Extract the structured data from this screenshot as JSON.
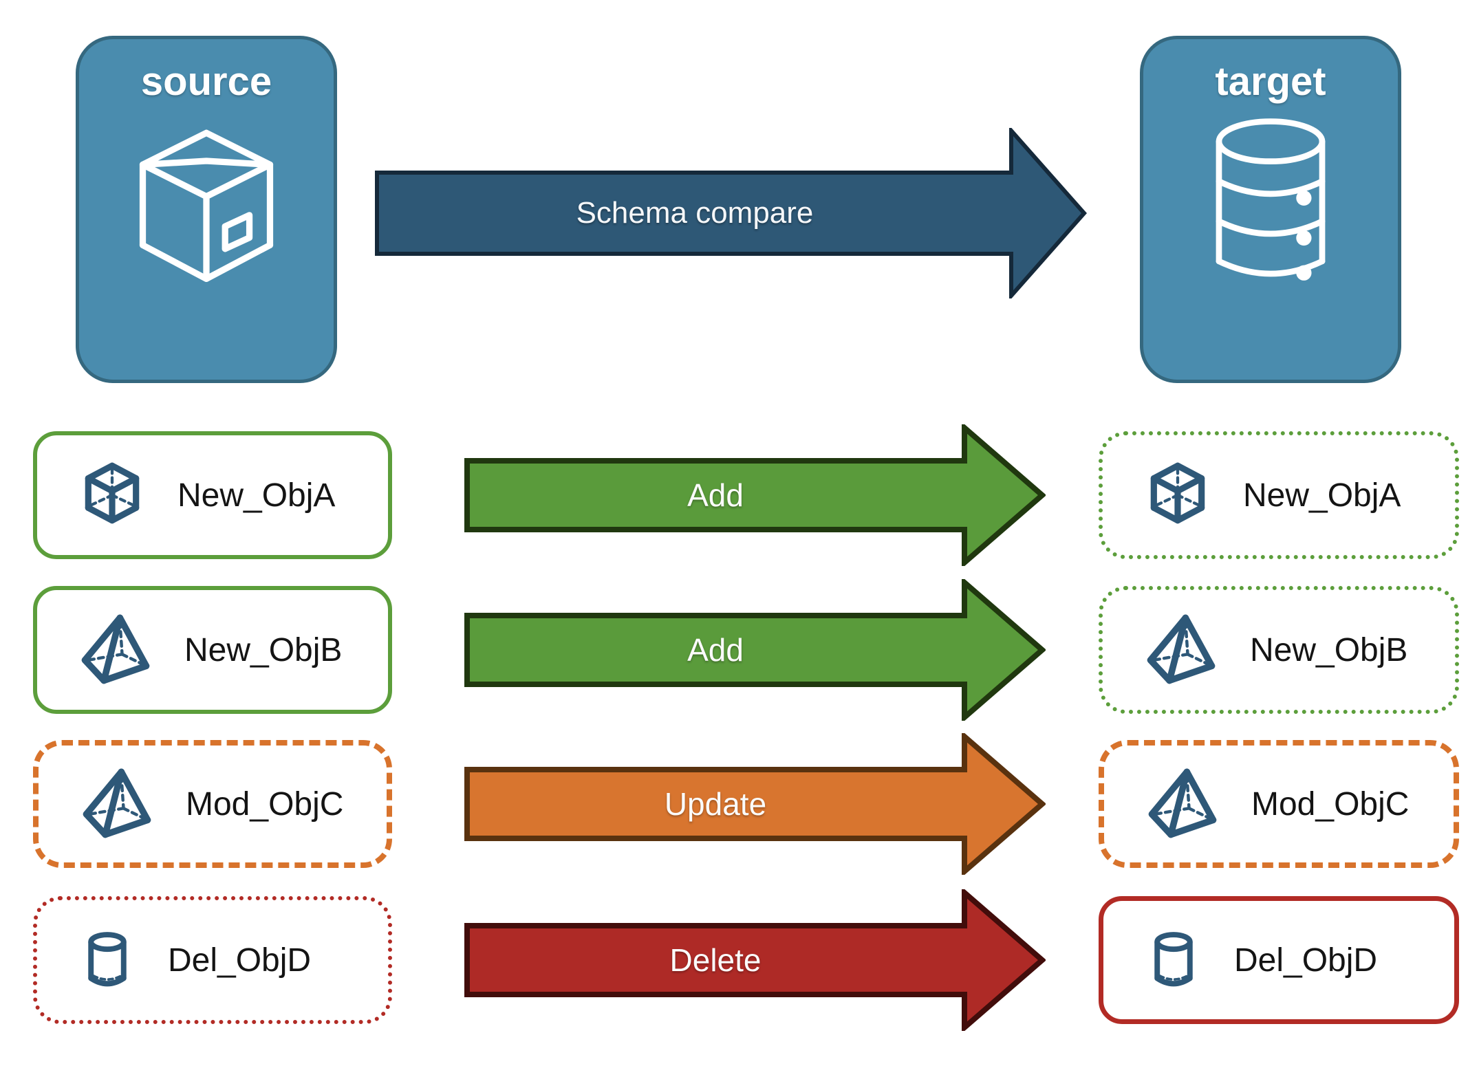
{
  "diagram": {
    "source_panel": {
      "title": "source",
      "icon": "package-icon"
    },
    "target_panel": {
      "title": "target",
      "icon": "database-icon"
    },
    "compare_arrow": {
      "label": "Schema compare"
    }
  },
  "rows": [
    {
      "object_name": "New_ObjA",
      "action": "Add",
      "icon": "cube-icon",
      "source_box_style": "solid-green",
      "target_box_style": "dotted-green",
      "arrow_style": "green"
    },
    {
      "object_name": "New_ObjB",
      "action": "Add",
      "icon": "pyramid-icon",
      "source_box_style": "solid-green",
      "target_box_style": "dotted-green",
      "arrow_style": "green"
    },
    {
      "object_name": "Mod_ObjC",
      "action": "Update",
      "icon": "pyramid-icon",
      "source_box_style": "dashed-orange",
      "target_box_style": "dashed-orange",
      "arrow_style": "orange"
    },
    {
      "object_name": "Del_ObjD",
      "action": "Delete",
      "icon": "cylinder-icon",
      "source_box_style": "dotted-red",
      "target_box_style": "solid-red",
      "arrow_style": "red"
    }
  ],
  "colors": {
    "panel_fill": "#4A8CAE",
    "panel_border": "#35687F",
    "compare_arrow_fill": "#2E5876",
    "compare_arrow_border": "#15293A",
    "green_arrow_fill": "#5A9B3B",
    "green_arrow_border": "#20380F",
    "orange_arrow_fill": "#D8752F",
    "orange_arrow_border": "#59320F",
    "red_arrow_fill": "#AE2A26",
    "red_arrow_border": "#420D0B",
    "green_box_border": "#5C9E3B",
    "orange_box_border": "#D8732C",
    "red_box_border": "#B22B25",
    "object_icon_color": "#2E5878"
  }
}
